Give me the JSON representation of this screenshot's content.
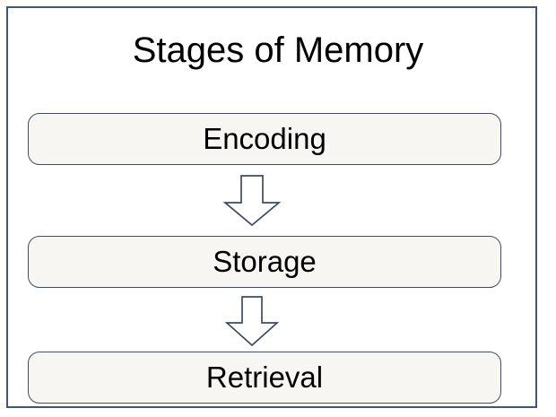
{
  "slide": {
    "title": "Stages of Memory",
    "background_color": "#ffffff",
    "frame_border_color": "#44566b",
    "box_fill_color": "#f7f6f2",
    "box_border_color": "#3e4f63",
    "arrow_stroke_color": "#3b4c60",
    "text_color": "#000000"
  },
  "stages": [
    {
      "label": "Encoding"
    },
    {
      "label": "Storage"
    },
    {
      "label": "Retrieval"
    }
  ],
  "arrows": [
    {
      "name": "down-arrow-encoding-to-storage"
    },
    {
      "name": "down-arrow-storage-to-retrieval"
    }
  ]
}
